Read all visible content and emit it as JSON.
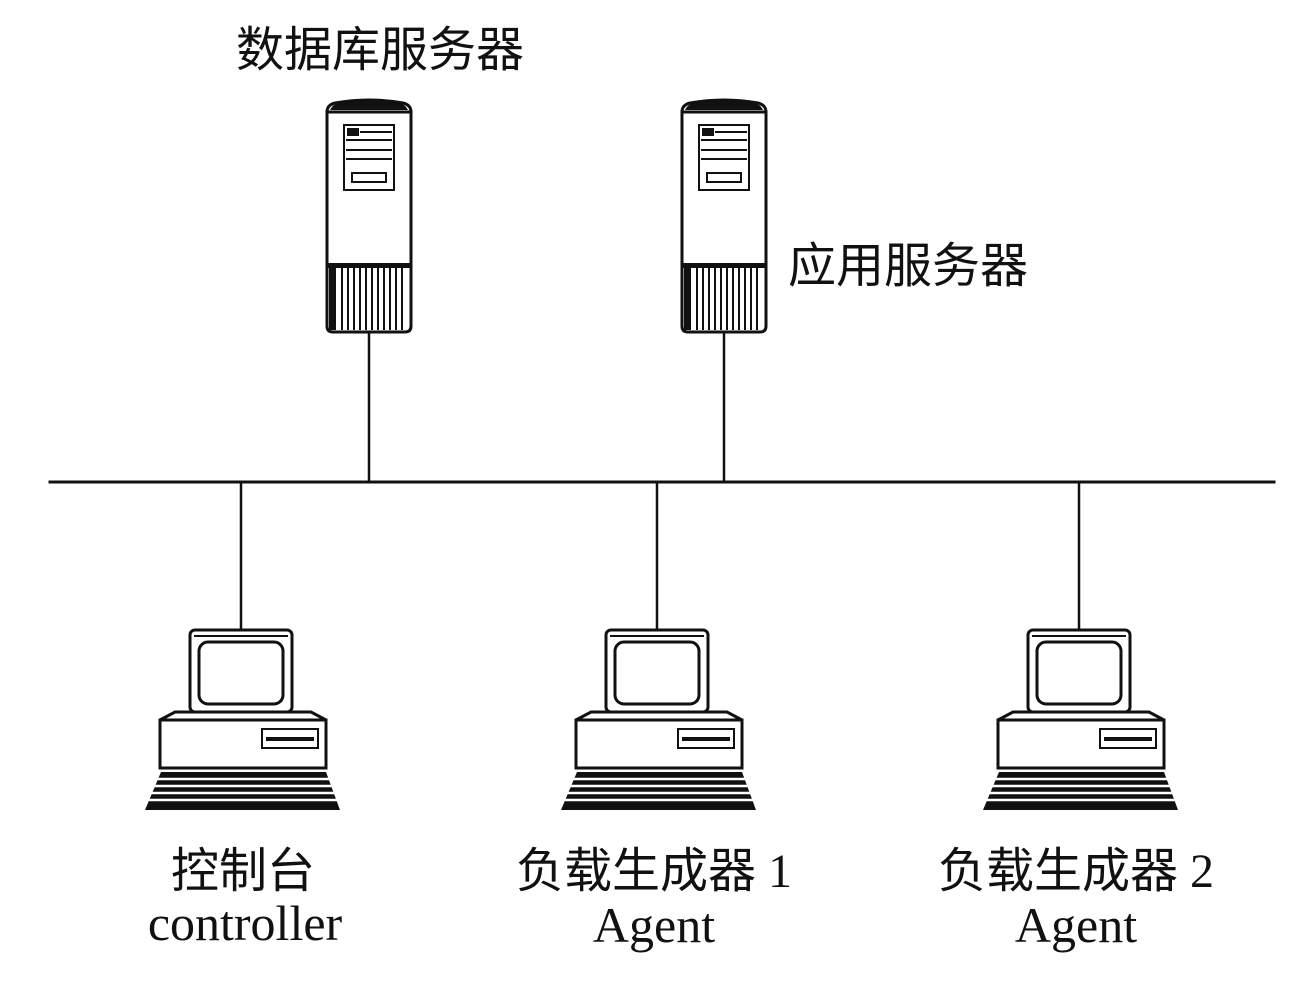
{
  "colors": {
    "line": "#111111",
    "background": "#ffffff"
  },
  "nodes": {
    "db_server": {
      "label": "数据库服务器"
    },
    "app_server": {
      "label": "应用服务器"
    },
    "controller": {
      "label_cn": "控制台",
      "label_en": "controller"
    },
    "agent1": {
      "label_cn": "负载生成器 1",
      "label_en": "Agent"
    },
    "agent2": {
      "label_cn": "负载生成器 2",
      "label_en": "Agent"
    }
  }
}
